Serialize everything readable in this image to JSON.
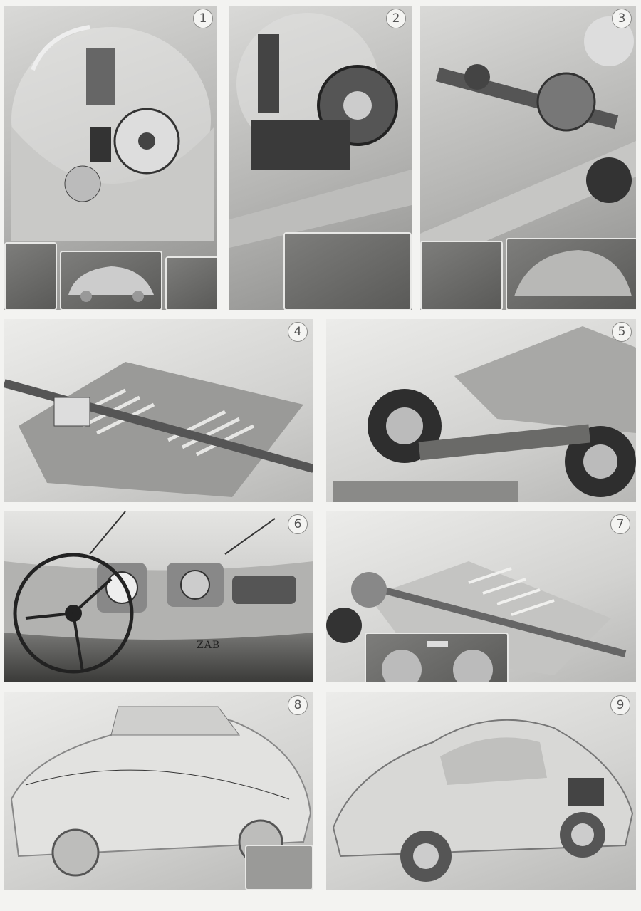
{
  "panels": [
    {
      "number": "1"
    },
    {
      "number": "2"
    },
    {
      "number": "3"
    },
    {
      "number": "4"
    },
    {
      "number": "5"
    },
    {
      "number": "6"
    },
    {
      "number": "7"
    },
    {
      "number": "8"
    },
    {
      "number": "9"
    }
  ],
  "dashboard_plate_text": "ZAB"
}
